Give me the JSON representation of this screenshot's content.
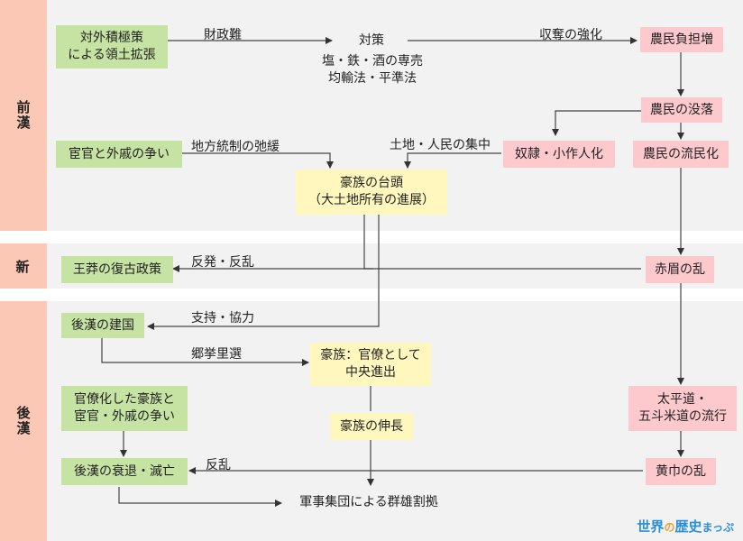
{
  "eras": {
    "former_han": "前漢",
    "xin": "新",
    "later_han": "後漢"
  },
  "nodes": {
    "expansion": "対外積極策\nによる領土拡張",
    "countermeasures": "対策",
    "monopoly": "塩・鉄・酒の専売\n均輸法・平準法",
    "farmer_burden": "農民負担増",
    "farmer_decline": "農民の没落",
    "eunuch_conflict": "宦官と外戚の争い",
    "slaves": "奴隷・小作人化",
    "vagrancy": "農民の流民化",
    "gentry_rise": "豪族の台頭\n（大土地所有の進展）",
    "wang_mang": "王莽の復古政策",
    "red_eyebrows": "赤眉の乱",
    "later_han_founding": "後漢の建国",
    "gentry_officials": "豪族：官僚として\n中央進出",
    "bureaucratized_gentry": "官僚化した豪族と\n宦官・外戚の争い",
    "gentry_growth": "豪族の伸長",
    "taiping": "太平道・\n五斗米道の流行",
    "decline": "後漢の衰退・滅亡",
    "yellow_turban": "黄巾の乱",
    "warlords": "軍事集団による群雄割拠"
  },
  "labels": {
    "fiscal": "財政難",
    "tighten": "収奪の強化",
    "local_control": "地方統制の弛緩",
    "land_concentration": "土地・人民の集中",
    "revolt1": "反発・反乱",
    "support": "支持・協力",
    "recommendation": "郷挙里選",
    "revolt2": "反乱"
  },
  "logo": {
    "part1": "世界",
    "part2": "の",
    "part3": "歴史",
    "part4": "まっぷ"
  },
  "colors": {
    "green": "#c6e3a4",
    "pink": "#fdc9cd",
    "yellow": "#fff7bd",
    "era": "#fbc8b6"
  }
}
